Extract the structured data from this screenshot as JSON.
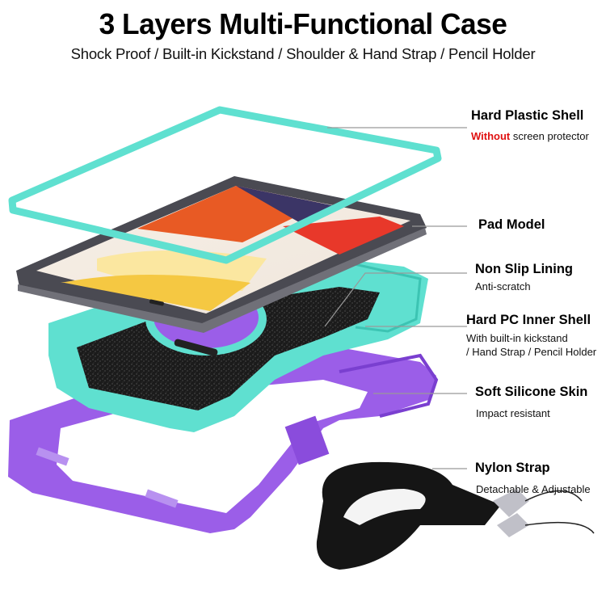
{
  "header": {
    "title": "3 Layers Multi-Functional Case",
    "subtitle": "Shock Proof / Built-in Kickstand / Shoulder & Hand Strap / Pencil Holder"
  },
  "callouts": [
    {
      "title": "Hard Plastic Shell",
      "desc_highlight": "Without",
      "desc": " screen protector"
    },
    {
      "title": "Pad Model",
      "desc": ""
    },
    {
      "title": "Non Slip Lining",
      "desc": "Anti-scratch"
    },
    {
      "title": "Hard PC Inner Shell",
      "desc_line1": "With built-in kickstand",
      "desc_line2": "/ Hand Strap / Pencil Holder"
    },
    {
      "title": "Soft Silicone Skin",
      "desc": "Impact resistant"
    },
    {
      "title": "Nylon Strap",
      "desc": "Detachable & Adjustable"
    }
  ],
  "colors": {
    "mint": "#5fe0d0",
    "mint_dark": "#3cc4b3",
    "purple": "#9b5ee8",
    "purple_dark": "#7a3fd0",
    "tablet_frame": "#4a4a52",
    "lining": "#1e1e1e",
    "strap": "#151515",
    "highlight": "#e01010",
    "leader_line": "#999999"
  }
}
